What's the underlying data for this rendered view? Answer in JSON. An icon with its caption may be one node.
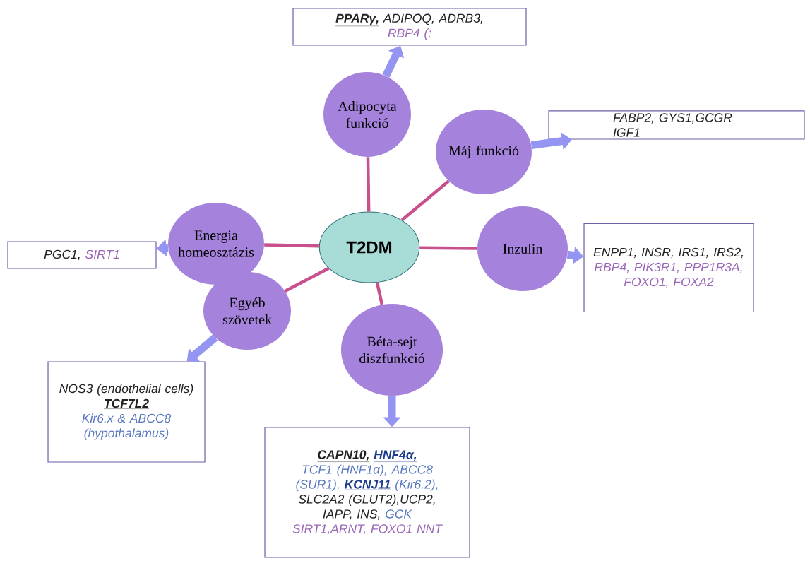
{
  "diagram": {
    "nodes": [
      {
        "text": [
          "PPARγ,",
          "ADIPOQ, ADRB3,",
          "RBP4 (:"
        ]
      },
      {
        "text": [
          "Adipocyta funkció"
        ]
      },
      {
        "text": [
          "FABP2, GYS1,GCGR IGF1"
        ]
      },
      {
        "text": [
          "Máj funkció"
        ]
      },
      {
        "text": [
          "PGC1,",
          "SIRT1"
        ]
      },
      {
        "text": [
          "Energia homeosztázis"
        ]
      },
      {
        "text": [
          "T2DM"
        ]
      },
      {
        "text": [
          "Inzulin"
        ]
      },
      {
        "text": [
          "ENPP1, INSR, IRS1, IRS2,",
          "RBP4, PIK3R1, PPP1R3A, FOXO1, FOXA2"
        ]
      },
      {
        "text": [
          "Egyéb szövetek"
        ]
      },
      {
        "text": [
          "Béta-sejt diszfunkció"
        ]
      },
      {
        "text": [
          "NOS3 (endothelial cells)",
          "TCF7L2",
          "Kir6.x & ABCC8 (hypothalamus)"
        ]
      },
      {
        "text": [
          "CAPN10,",
          "HNF4α,",
          "TCF1 (HNF1α), ABCC8 (SUR1),",
          "KCNJ11",
          "(Kir6.2),",
          "SLC2A2 (GLUT2),UCP2, IAPP, INS,",
          "GCK",
          "SIRT1,ARNT, FOXO1 NNT"
        ]
      }
    ],
    "edges": [
      {
        "from": 6,
        "to": 1,
        "arrow": "none",
        "color": "#c8508c"
      },
      {
        "from": 6,
        "to": 3,
        "arrow": "none",
        "color": "#c8508c"
      },
      {
        "from": 6,
        "to": 5,
        "arrow": "none",
        "color": "#c8508c"
      },
      {
        "from": 6,
        "to": 7,
        "arrow": "none",
        "color": "#c8508c"
      },
      {
        "from": 6,
        "to": 9,
        "arrow": "none",
        "color": "#c8508c"
      },
      {
        "from": 6,
        "to": 10,
        "arrow": "none",
        "color": "#c8508c"
      },
      {
        "from": 1,
        "to": 0,
        "arrow": "to",
        "style": "thick",
        "color": "#9494f2"
      },
      {
        "from": 3,
        "to": 2,
        "arrow": "to",
        "style": "thick",
        "color": "#9494f2"
      },
      {
        "from": 5,
        "to": 4,
        "arrow": "to",
        "style": "thick",
        "color": "#9494f2"
      },
      {
        "from": 7,
        "to": 8,
        "arrow": "to",
        "style": "thick",
        "color": "#9494f2"
      },
      {
        "from": 9,
        "to": 11,
        "arrow": "to",
        "style": "thick",
        "color": "#9494f2"
      },
      {
        "from": 10,
        "to": 12,
        "arrow": "to",
        "style": "thick",
        "color": "#9494f2"
      }
    ]
  }
}
